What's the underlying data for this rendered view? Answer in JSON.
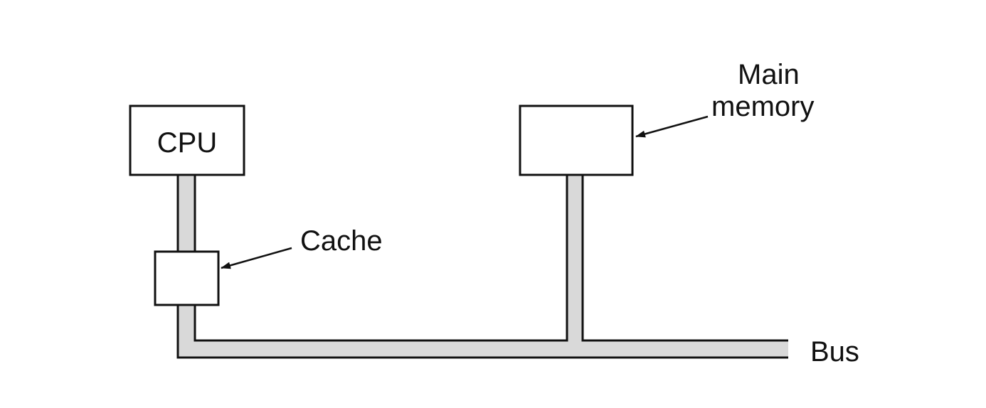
{
  "diagram": {
    "cpu_label": "CPU",
    "cache_label": "Cache",
    "main_memory_label_line1": "Main",
    "main_memory_label_line2": "memory",
    "bus_label": "Bus"
  },
  "colors": {
    "background": "#ffffff",
    "bus_fill": "#d9d9d9",
    "stroke": "#111111"
  }
}
